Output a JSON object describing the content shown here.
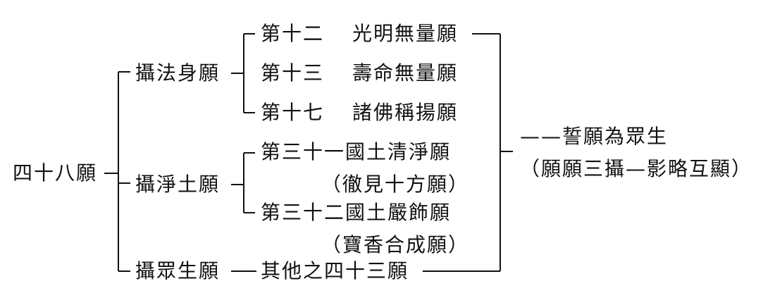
{
  "root": {
    "label": "四十八願"
  },
  "groups": [
    {
      "label": "攝法身願",
      "items": [
        {
          "number": "第十二",
          "name": "光明無量願"
        },
        {
          "number": "第十三",
          "name": "壽命無量願"
        },
        {
          "number": "第十七",
          "name": "諸佛稱揚願"
        }
      ]
    },
    {
      "label": "攝淨土願",
      "items": [
        {
          "line1": "第三十一國土清淨願",
          "line2": "（徹見十方願）"
        },
        {
          "line1": "第三十二國土嚴飾願",
          "line2": "（寶香合成願）"
        }
      ]
    },
    {
      "label": "攝眾生願",
      "items": [
        {
          "text": "其他之四十三願"
        }
      ]
    }
  ],
  "conclusion": {
    "line1": "——誓願為眾生",
    "line2": "（願願三攝—影略互顯）"
  }
}
